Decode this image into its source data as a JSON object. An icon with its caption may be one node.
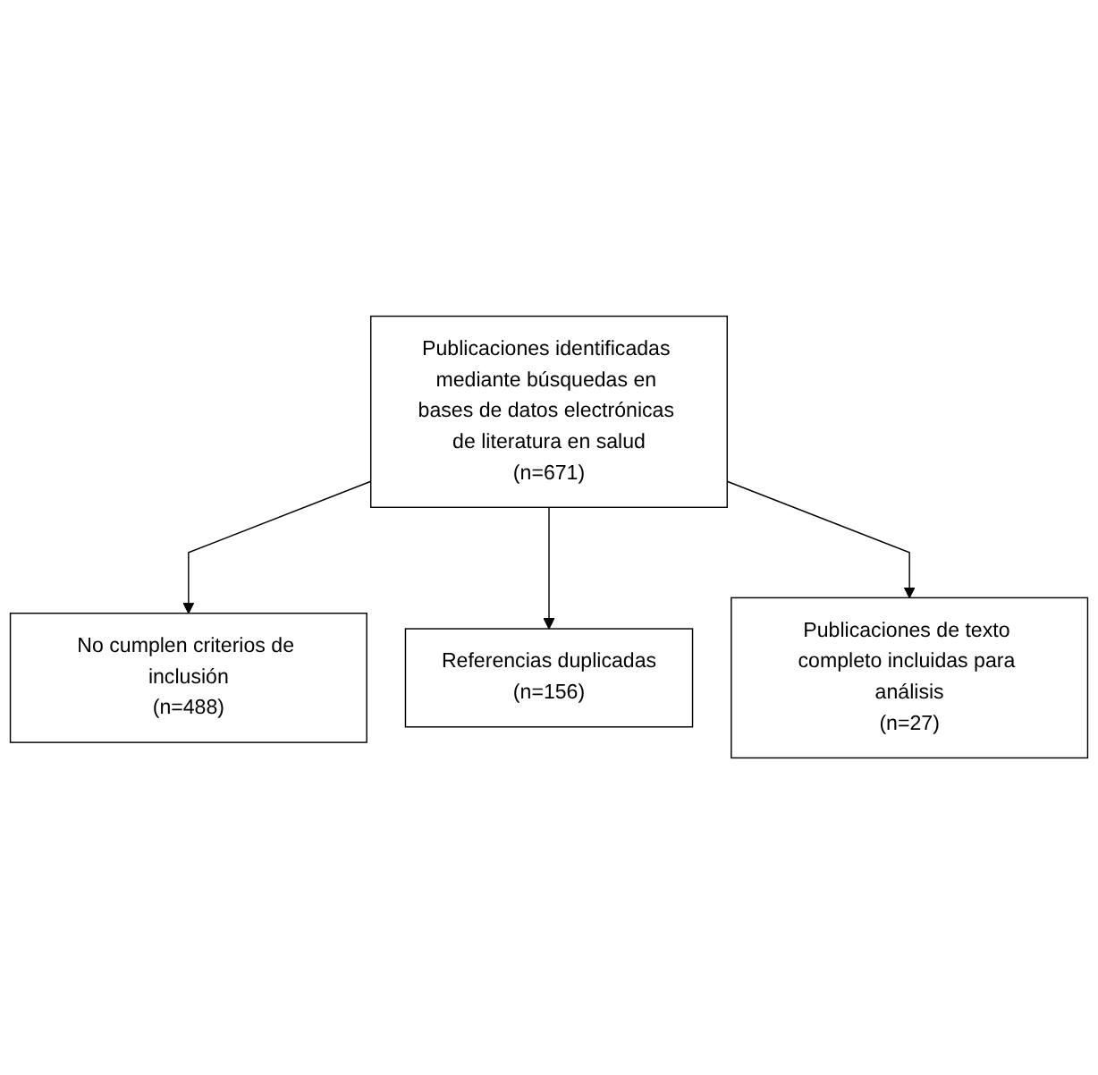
{
  "diagram": {
    "nodes": [
      {
        "text": [
          "Publicaciones identificadas mediante búsquedas en bases de datos electrónicas de literatura en salud",
          "(n=671)"
        ]
      },
      {
        "text": [
          "No cumplen criterios de inclusión",
          "(n=488)"
        ]
      },
      {
        "text": [
          "Referencias duplicadas",
          "(n=156)"
        ]
      },
      {
        "text": [
          "Publicaciones de texto completo incluidas para análisis",
          "(n=27)"
        ]
      }
    ],
    "edges": [
      {
        "from": 0,
        "to": 1,
        "arrow": "to"
      },
      {
        "from": 0,
        "to": 2,
        "arrow": "to"
      },
      {
        "from": 0,
        "to": 3,
        "arrow": "to"
      }
    ]
  }
}
